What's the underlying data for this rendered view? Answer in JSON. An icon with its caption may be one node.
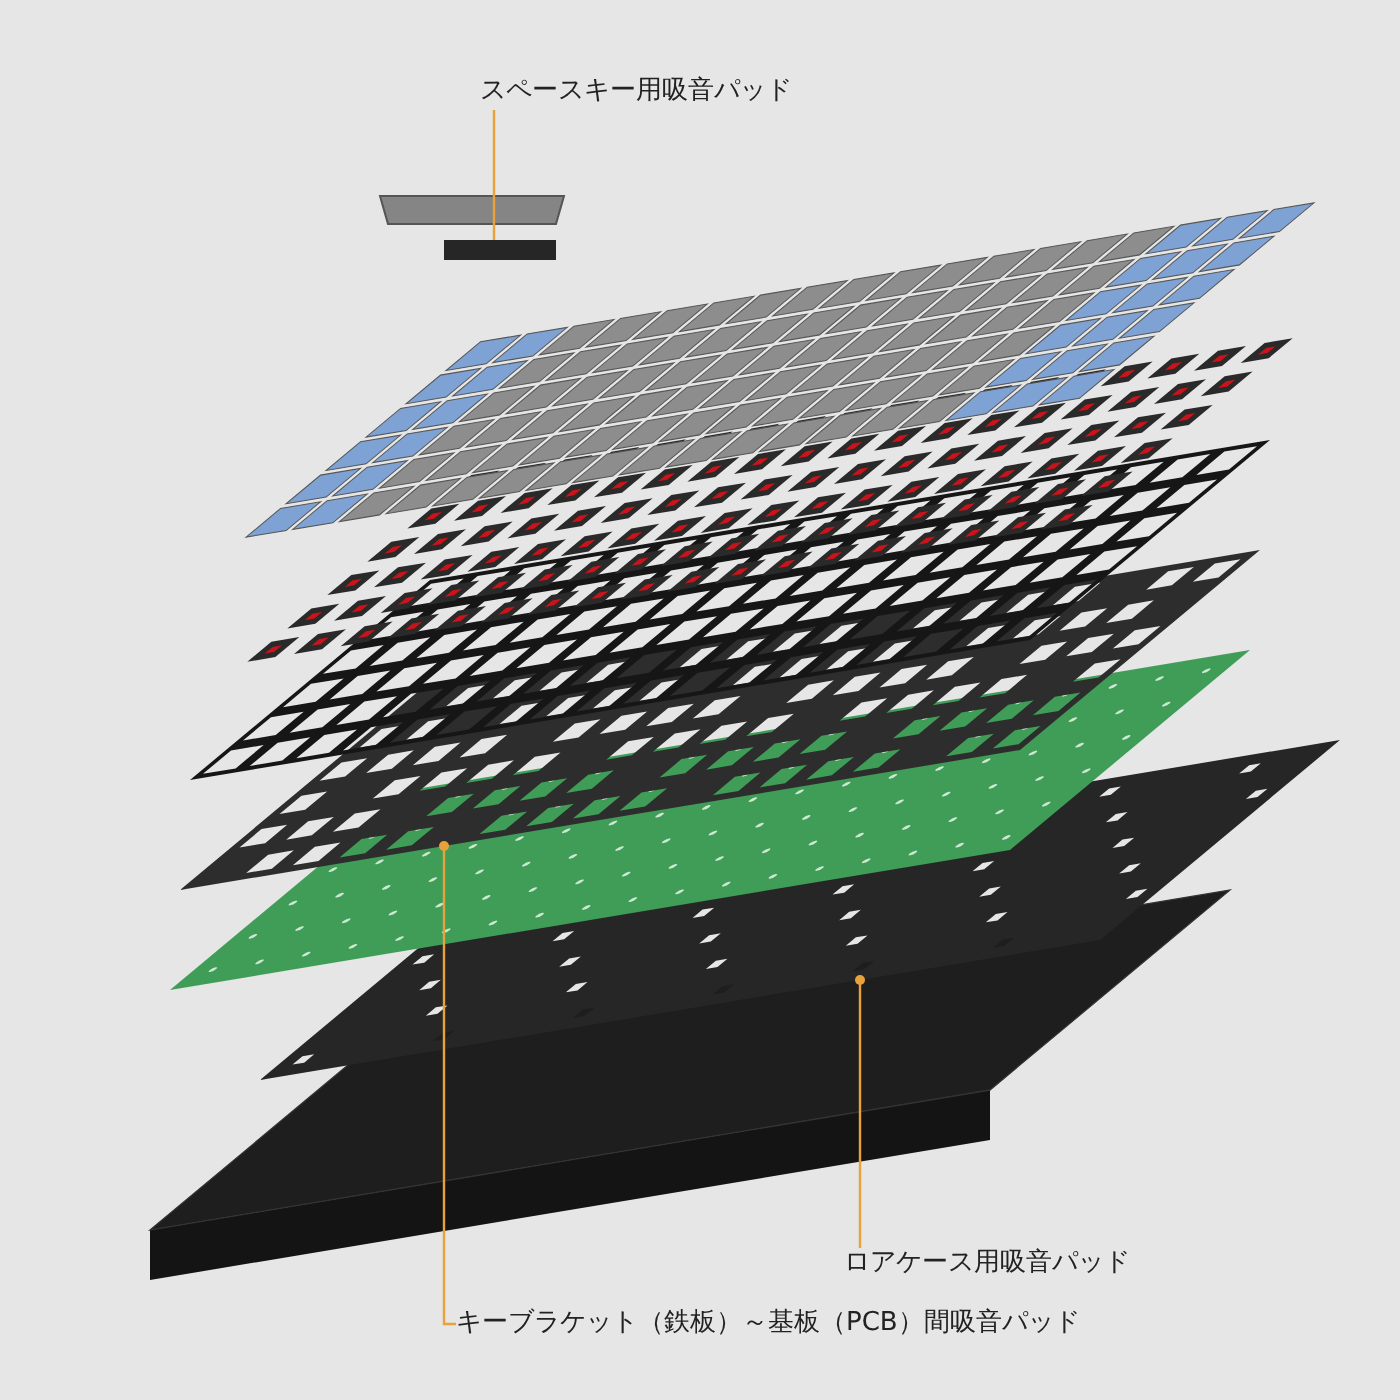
{
  "diagram": {
    "nodes": [
      {
        "text": [
          "スペースキー用吸音パッド"
        ]
      },
      {
        "text": [],
        "shape": "box"
      },
      {
        "text": [
          "ロアケース用吸音パッド"
        ]
      },
      {
        "text": [],
        "shape": "box"
      },
      {
        "text": [
          "キーブラケット（鉄板）～基板（PCB）間吸音パッド"
        ]
      },
      {
        "text": [],
        "shape": "box"
      }
    ],
    "edges": [
      {
        "from": 0,
        "to": 1,
        "arrow": "none"
      },
      {
        "from": 2,
        "to": 3,
        "arrow": "other"
      },
      {
        "from": 4,
        "to": 5,
        "arrow": "other"
      }
    ]
  }
}
